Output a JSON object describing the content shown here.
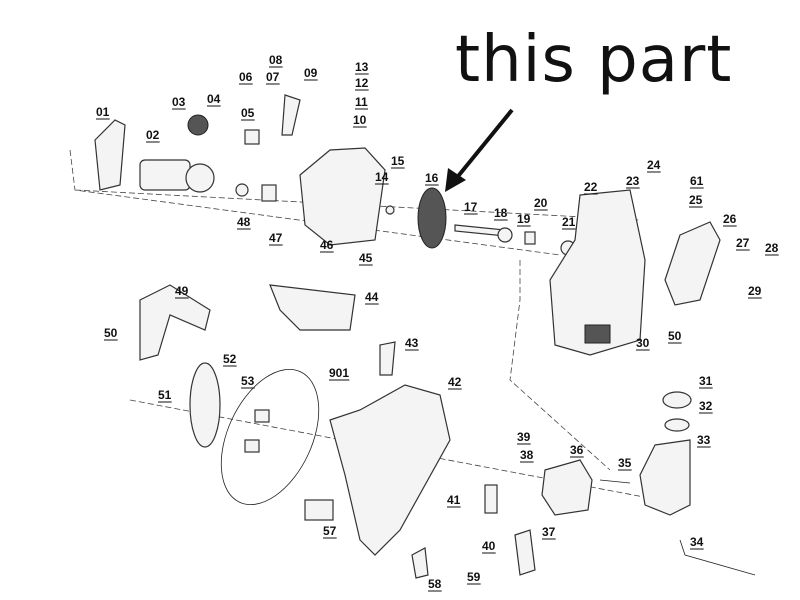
{
  "annotation": {
    "text": "this part",
    "target_label": "16"
  },
  "labels": {
    "p01": "01",
    "p02": "02",
    "p03": "03",
    "p04": "04",
    "p05": "05",
    "p06": "06",
    "p07": "07",
    "p08": "08",
    "p09": "09",
    "p10": "10",
    "p11": "11",
    "p12": "12",
    "p13": "13",
    "p14": "14",
    "p15": "15",
    "p16": "16",
    "p17": "17",
    "p18": "18",
    "p19": "19",
    "p20": "20",
    "p21": "21",
    "p22": "22",
    "p23": "23",
    "p24": "24",
    "p25": "25",
    "p26": "26",
    "p27": "27",
    "p28": "28",
    "p29": "29",
    "p30": "30",
    "p31": "31",
    "p32": "32",
    "p33": "33",
    "p34": "34",
    "p35": "35",
    "p36": "36",
    "p37": "37",
    "p38": "38",
    "p39": "39",
    "p40": "40",
    "p41": "41",
    "p42": "42",
    "p43": "43",
    "p44": "44",
    "p45": "45",
    "p46": "46",
    "p47": "47",
    "p48": "48",
    "p49": "49",
    "p50a": "50",
    "p50b": "50",
    "p51": "51",
    "p52": "52",
    "p53": "53",
    "p57": "57",
    "p58": "58",
    "p59": "59",
    "p61": "61",
    "p901": "901"
  }
}
